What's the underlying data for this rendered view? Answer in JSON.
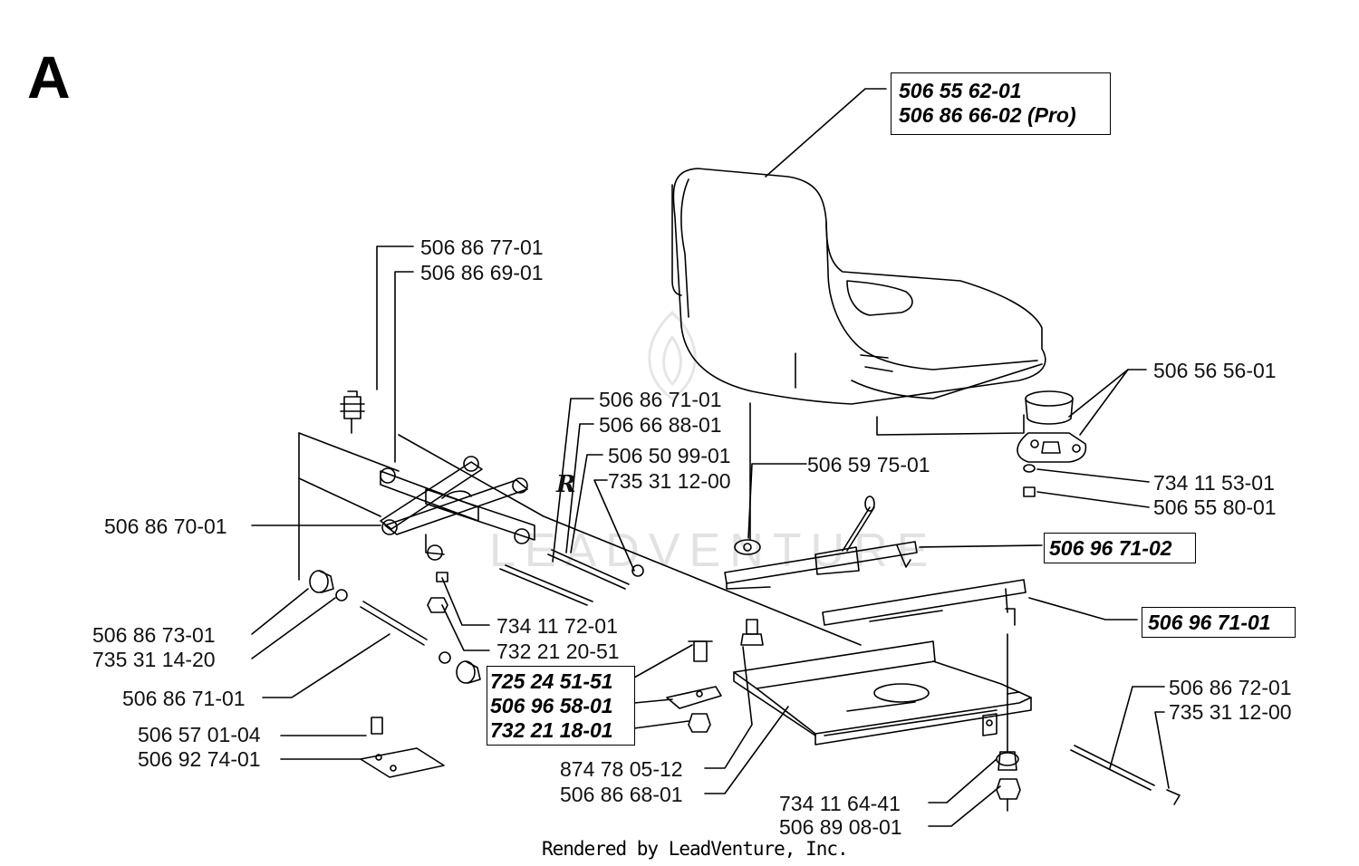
{
  "diagram": {
    "section_letter": "A",
    "footer": "Rendered by LeadVenture, Inc.",
    "watermark": "LEADVENTURE",
    "labels": {
      "seat_a": "506 55 62-01",
      "seat_b": "506 86 66-02 (Pro)",
      "l_506867701": "506 86 77-01",
      "l_506866901": "506 86 69-01",
      "l_506867101_top": "506 86 71-01",
      "l_506668801": "506 66 88-01",
      "l_506509901": "506 50 99-01",
      "l_735311200_top": "735 31 12-00",
      "l_506867001": "506 86 70-01",
      "l_506597501": "506 59 75-01",
      "l_506565601": "506 56 56-01",
      "l_734115301": "734 11 53-01",
      "l_506558001": "506 55 80-01",
      "l_506967102": "506 96 71-02",
      "l_506967101": "506 96 71-01",
      "l_506867301": "506 86 73-01",
      "l_735311420": "735 31 14-20",
      "l_734117201": "734 11 72-01",
      "l_732212051": "732 21 20-51",
      "l_506867101_low": "506 86 71-01",
      "grp_725245151": "725 24 51-51",
      "grp_506965801": "506 96 58-01",
      "grp_732211801": "732 21 18-01",
      "l_506570104": "506 57 01-04",
      "l_506927401": "506 92 74-01",
      "l_874780512": "874 78 05-12",
      "l_506866801": "506 86 68-01",
      "l_506867201": "506 86 72-01",
      "l_735311200_right": "735 31 12-00",
      "l_734116441": "734 11 64-41",
      "l_506890801": "506 89 08-01",
      "r_mark": "R"
    }
  }
}
